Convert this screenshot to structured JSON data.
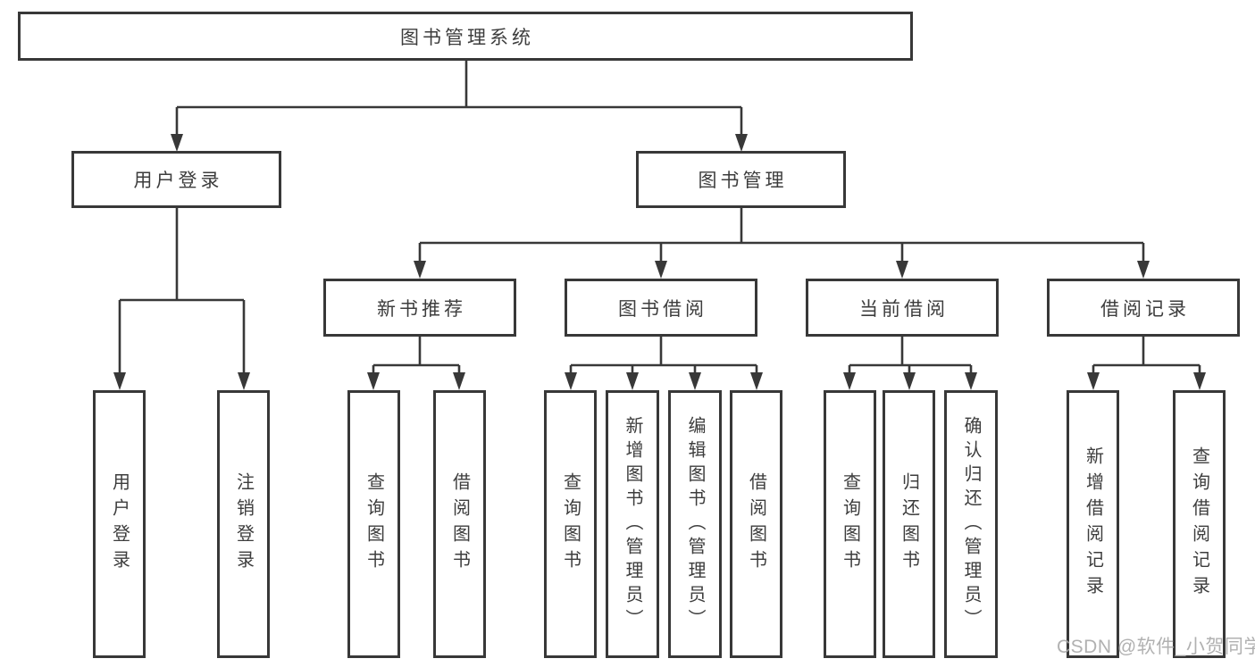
{
  "diagram_title": "图书管理系统",
  "colors": {
    "line": "#383838",
    "box_border": "#383838",
    "box_fill": "#ffffff",
    "text": "#3d3d3d",
    "watermark": "#a9a9a9",
    "background": "#ffffff"
  },
  "nodes": {
    "root": "图书管理系统",
    "user_login_branch": "用户登录",
    "book_management": "图书管理",
    "new_book_recommendation": "新书推荐",
    "book_borrowing": "图书借阅",
    "current_borrowing": "当前借阅",
    "borrowing_records": "借阅记录",
    "leaf_user_login": "用户登录",
    "leaf_logout": "注销登录",
    "leaf_nb_query_books": "查询图书",
    "leaf_nb_borrow_books": "借阅图书",
    "leaf_bb_query_books": "查询图书",
    "leaf_bb_add_books": "新增图书（管理员）",
    "leaf_bb_edit_books": "编辑图书（管理员）",
    "leaf_bb_borrow_books": "借阅图书",
    "leaf_cb_query_books": "查询图书",
    "leaf_cb_return_books": "归还图书",
    "leaf_cb_confirm_return": "确认归还（管理员）",
    "leaf_br_add_record": "新增借阅记录",
    "leaf_br_query_record": "查询借阅记录"
  },
  "watermark": "CSDN @软件_小贺同学"
}
